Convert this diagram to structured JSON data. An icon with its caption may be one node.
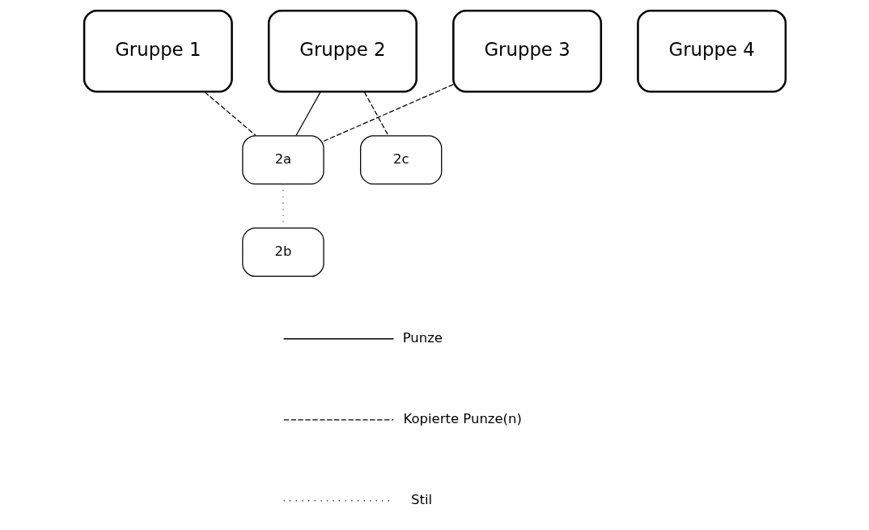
{
  "diagram": {
    "nodes": [
      {
        "text": [
          "Gruppe 1"
        ]
      },
      {
        "text": [
          "Gruppe 2"
        ]
      },
      {
        "text": [
          "Gruppe 3"
        ]
      },
      {
        "text": [
          "Gruppe 4"
        ]
      },
      {
        "text": [
          "2a"
        ]
      },
      {
        "text": [
          "2c"
        ]
      },
      {
        "text": [
          "2b"
        ]
      }
    ],
    "edges": [
      {
        "from": 0,
        "to": 4,
        "arrow": "none",
        "style": "dashed"
      },
      {
        "from": 1,
        "to": 4,
        "arrow": "none"
      },
      {
        "from": 2,
        "to": 4,
        "arrow": "none",
        "style": "dashed"
      },
      {
        "from": 1,
        "to": 5,
        "arrow": "none",
        "style": "dashed"
      },
      {
        "from": 4,
        "to": 6,
        "arrow": "none",
        "style": "dashed",
        "color": "#555555"
      }
    ],
    "legend": [
      {
        "text": "Punze"
      },
      {
        "text": "Kopierte Punze(n)"
      },
      {
        "text": "Stil"
      }
    ]
  }
}
